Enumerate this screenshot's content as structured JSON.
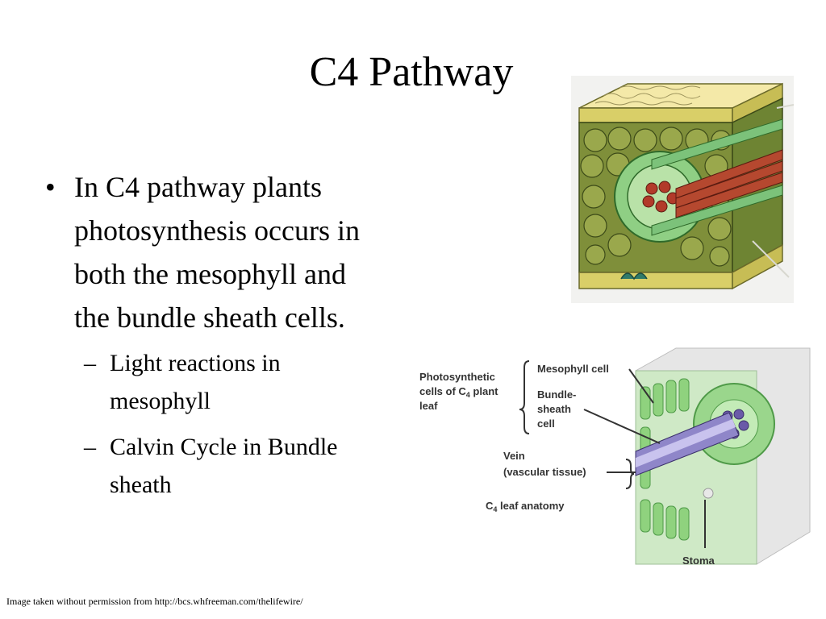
{
  "slide": {
    "title": "C4 Pathway",
    "bullets": [
      {
        "text": "In C4 pathway plants photosynthesis occurs in both the mesophyll and the bundle sheath cells.",
        "lines": [
          "In C4 pathway plants",
          "photosynthesis occurs in",
          "both the mesophyll and",
          "the bundle sheath cells."
        ],
        "sub": [
          {
            "lines": [
              "Light reactions in",
              "mesophyll"
            ]
          },
          {
            "lines": [
              "Calvin Cycle in Bundle",
              "sheath"
            ]
          }
        ]
      }
    ],
    "bullet_symbol": "•",
    "sub_symbol": "–",
    "credit": "Image taken without permission from http://bcs.whfreeman.com/thelifewire/"
  },
  "figure_labels": {
    "photosynthetic_cells": [
      "Photosynthetic",
      "cells of C4 plant",
      "leaf"
    ],
    "mesophyll_cell": "Mesophyll cell",
    "bundle_sheath_cell": [
      "Bundle-",
      "sheath",
      "cell"
    ],
    "vein": [
      "Vein",
      "(vascular tissue)"
    ],
    "c4_leaf_anatomy": "C4 leaf anatomy",
    "stoma": "Stoma"
  }
}
